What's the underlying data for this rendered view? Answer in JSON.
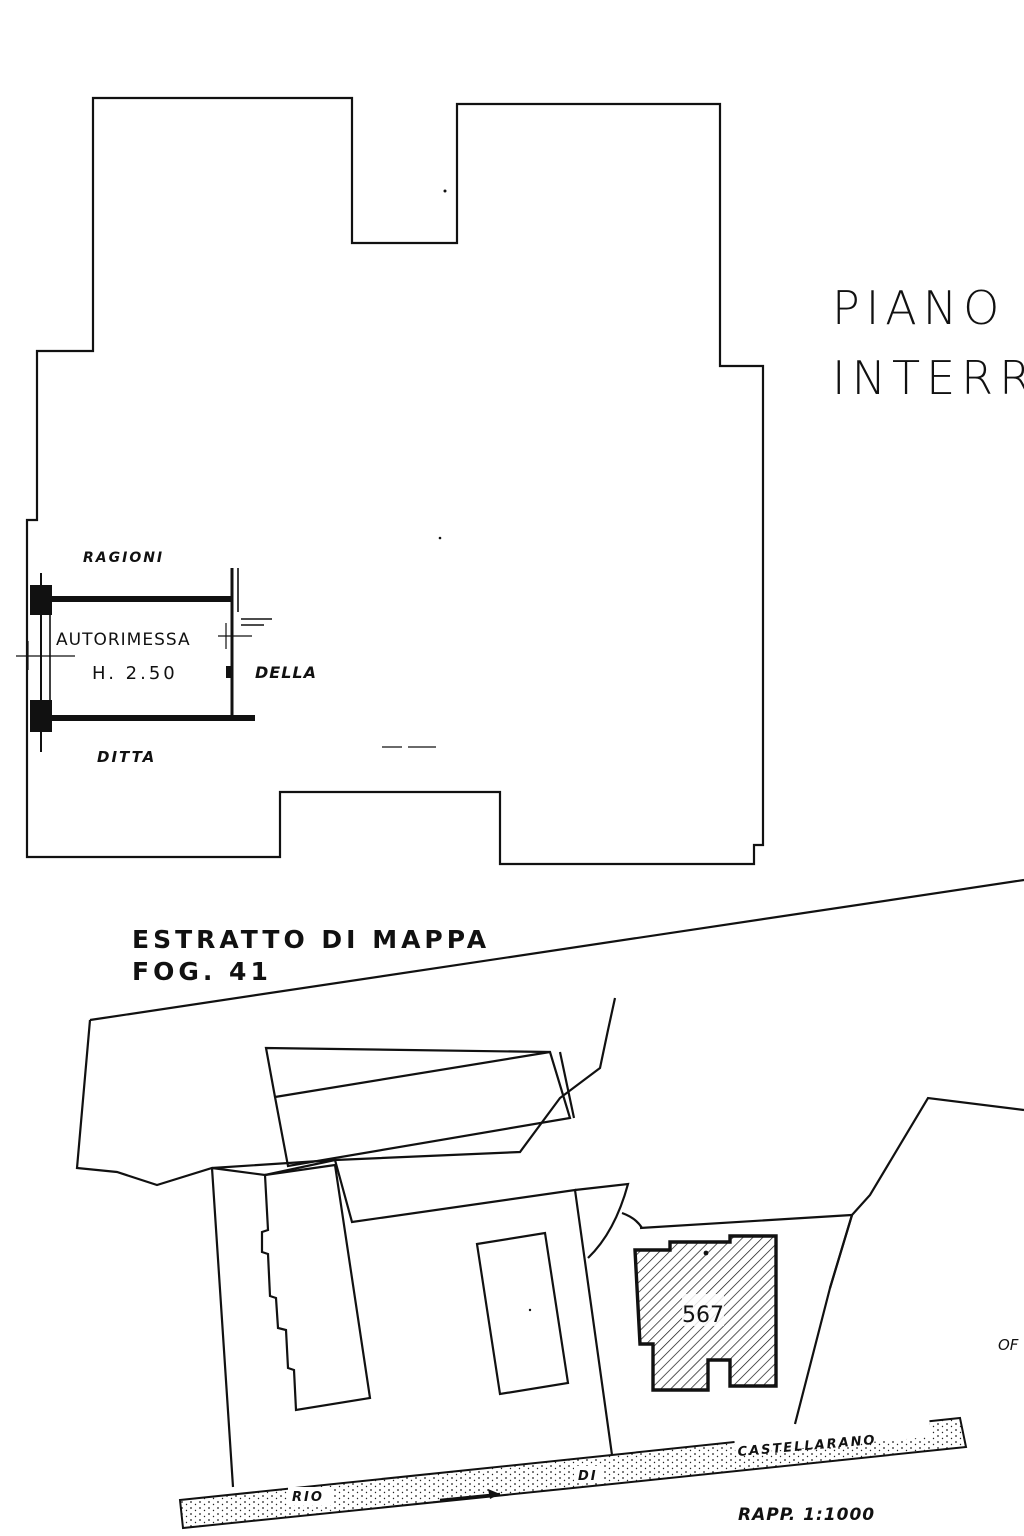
{
  "floor_plan": {
    "title_line1": "PIANO",
    "title_line2": "INTERR",
    "room_name": "AUTORIMESSA",
    "room_height": "H. 2.50",
    "label_ragioni": "RAGIONI",
    "label_della": "DELLA",
    "label_ditta": "DITTA"
  },
  "map_extract": {
    "title_line1": "ESTRATTO DI MAPPA",
    "title_line2": "FOG. 41",
    "parcel_number": "567",
    "stream_word_1": "RIO",
    "stream_word_2": "DI",
    "stream_word_3": "CASTELLARANO",
    "edge_fragment": "OF",
    "scale": "RAPP. 1:1000"
  }
}
